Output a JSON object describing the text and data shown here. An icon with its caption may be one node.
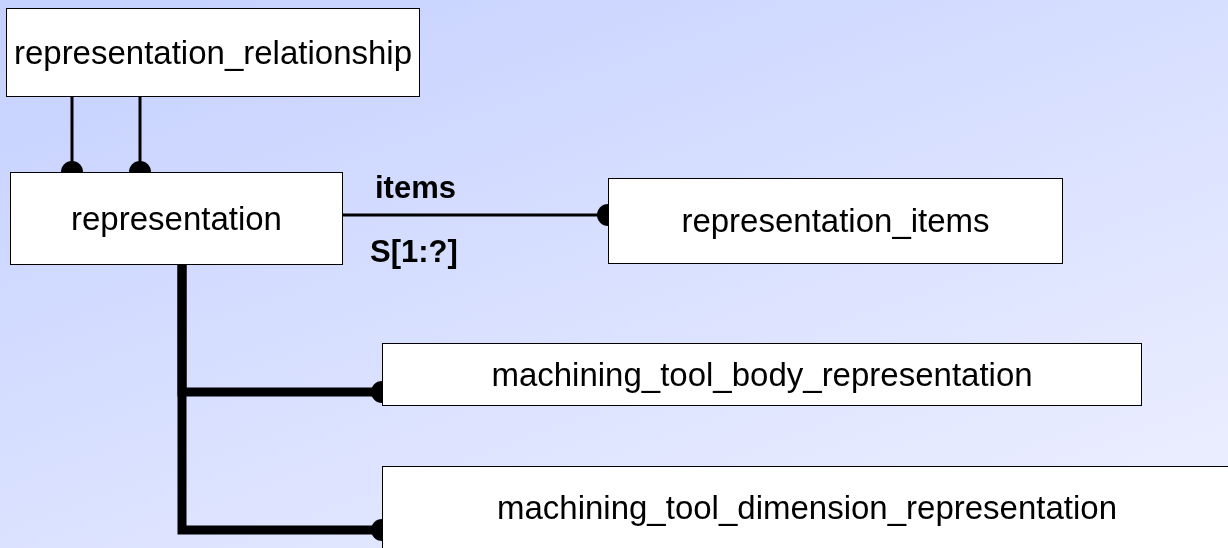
{
  "diagram": {
    "nodes": [
      {
        "text": [
          "representation_relationship"
        ]
      },
      {
        "text": [
          "representation"
        ]
      },
      {
        "text": [
          "representation_items"
        ]
      },
      {
        "text": [
          "machining_tool_body_representation"
        ]
      },
      {
        "text": [
          "machining_tool_dimension_representation"
        ]
      }
    ],
    "edges": [
      {
        "from": 0,
        "to": 1,
        "arrow": "other"
      },
      {
        "from": 0,
        "to": 1,
        "arrow": "other"
      },
      {
        "from": 1,
        "to": 2,
        "arrow": "other",
        "label": "items"
      },
      {
        "from": 1,
        "to": 3,
        "arrow": "other",
        "style": "thick"
      },
      {
        "from": 1,
        "to": 4,
        "arrow": "other",
        "style": "thick"
      }
    ],
    "labels": [
      "S[1:?]"
    ]
  }
}
